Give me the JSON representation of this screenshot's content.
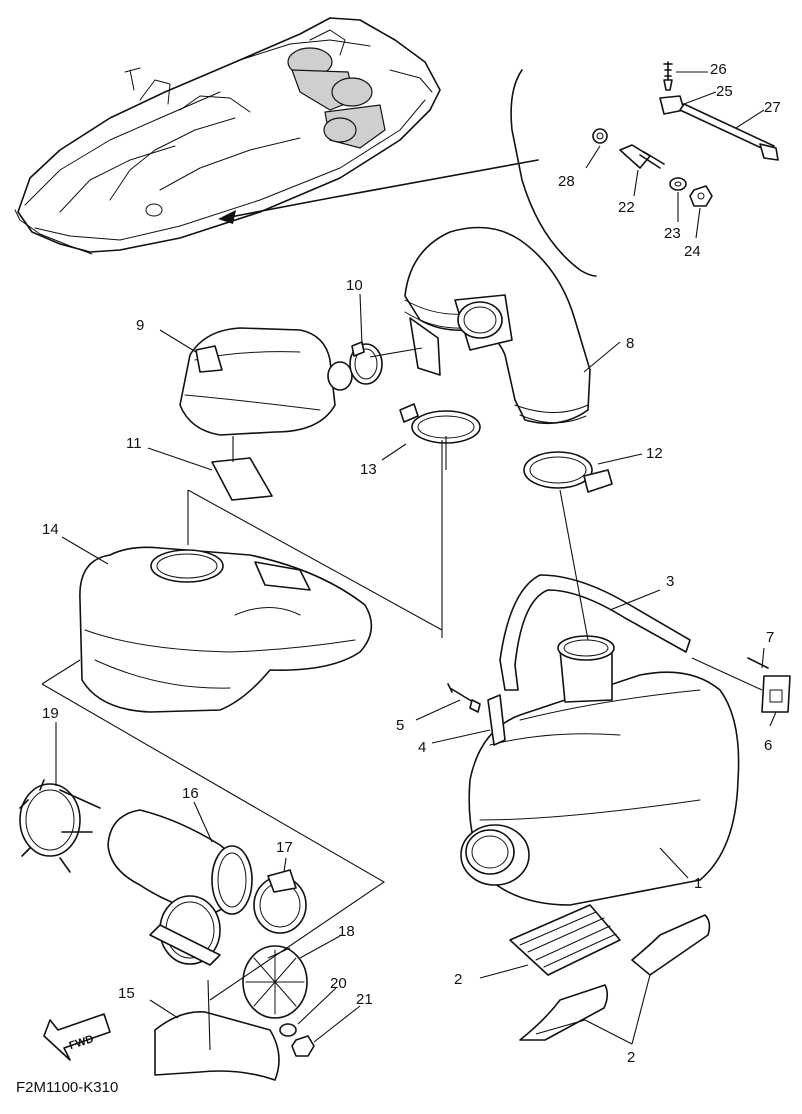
{
  "diagram_code": "F2M1100-K310",
  "direction_arrow": "FWD",
  "callouts": [
    "1",
    "2",
    "2",
    "3",
    "4",
    "5",
    "6",
    "7",
    "8",
    "9",
    "10",
    "11",
    "12",
    "13",
    "14",
    "15",
    "16",
    "17",
    "18",
    "19",
    "20",
    "21",
    "22",
    "23",
    "24",
    "25",
    "26",
    "27",
    "28"
  ]
}
